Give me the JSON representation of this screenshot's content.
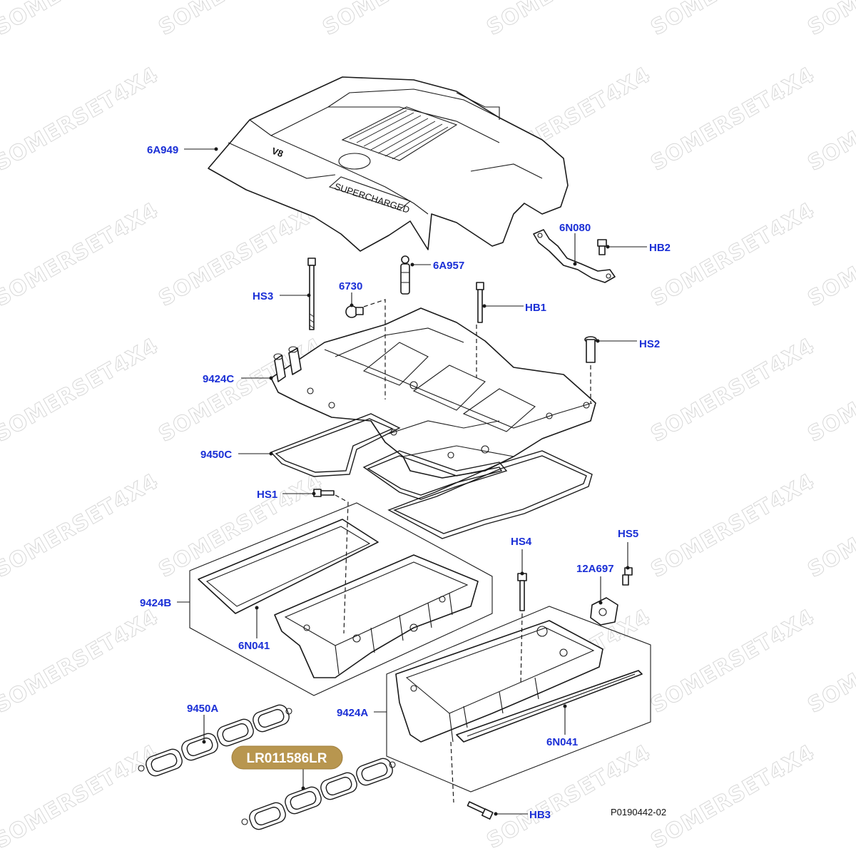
{
  "watermark": "SOMERSET4X4",
  "part_number_badge": "LR011586LR",
  "badge_color": "#b8964f",
  "label_color": "#1a2fd6",
  "reference_code": "P0190442-02",
  "labels": {
    "6A949": "6A949",
    "6N080": "6N080",
    "HB2": "HB2",
    "6A957": "6A957",
    "6730": "6730",
    "HS3": "HS3",
    "HB1": "HB1",
    "HS2": "HS2",
    "9424C": "9424C",
    "9450C": "9450C",
    "HS1": "HS1",
    "HS4": "HS4",
    "HS5": "HS5",
    "12A697": "12A697",
    "9424B": "9424B",
    "6N041_left": "6N041",
    "9424A": "9424A",
    "6N041_right": "6N041",
    "9450A": "9450A",
    "HB3": "HB3"
  },
  "cover_text": {
    "v8": "V8",
    "supercharged": "SUPERCHARGED"
  }
}
